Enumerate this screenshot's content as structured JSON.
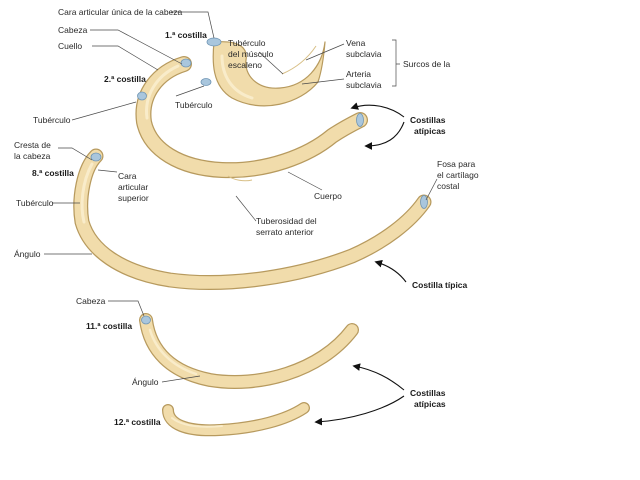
{
  "colors": {
    "bone": "#f1dcab",
    "bone_edge": "#b79a5e",
    "cartilage": "#a9c6dd",
    "leader": "#4a4a4a"
  },
  "labels": {
    "cara_articular_unica": "Cara articular única de la cabeza",
    "cabeza_2": "Cabeza",
    "cuello": "Cuello",
    "costilla_1": "1.ª costilla",
    "tuberculo_musculo_1": "Tubérculo",
    "tuberculo_musculo_2": "del músculo",
    "tuberculo_musculo_3": "escaleno",
    "vena_1": "Vena",
    "vena_2": "subclavia",
    "arteria_1": "Arteria",
    "arteria_2": "subclavia",
    "surcos": "Surcos de la",
    "costilla_2": "2.ª costilla",
    "tuberculo_1": "Tubérculo",
    "tuberculo_2": "Tubérculo",
    "costillas_atipicas_top_1": "Costillas",
    "costillas_atipicas_top_2": "atípicas",
    "cresta_1": "Cresta de",
    "cresta_2": "la cabeza",
    "costilla_8": "8.ª costilla",
    "cara_sup_1": "Cara",
    "cara_sup_2": "articular",
    "cara_sup_3": "superior",
    "tuberculo_8": "Tubérculo",
    "cuerpo": "Cuerpo",
    "tuberosidad_1": "Tuberosidad del",
    "tuberosidad_2": "serrato anterior",
    "fosa_1": "Fosa para",
    "fosa_2": "el cartílago",
    "fosa_3": "costal",
    "angulo_8": "Ángulo",
    "costilla_tipica": "Costilla típica",
    "cabeza_11": "Cabeza",
    "costilla_11": "11.ª costilla",
    "angulo_11": "Ángulo",
    "costillas_atipicas_bot_1": "Costillas",
    "costillas_atipicas_bot_2": "atípicas",
    "costilla_12": "12.ª costilla"
  }
}
